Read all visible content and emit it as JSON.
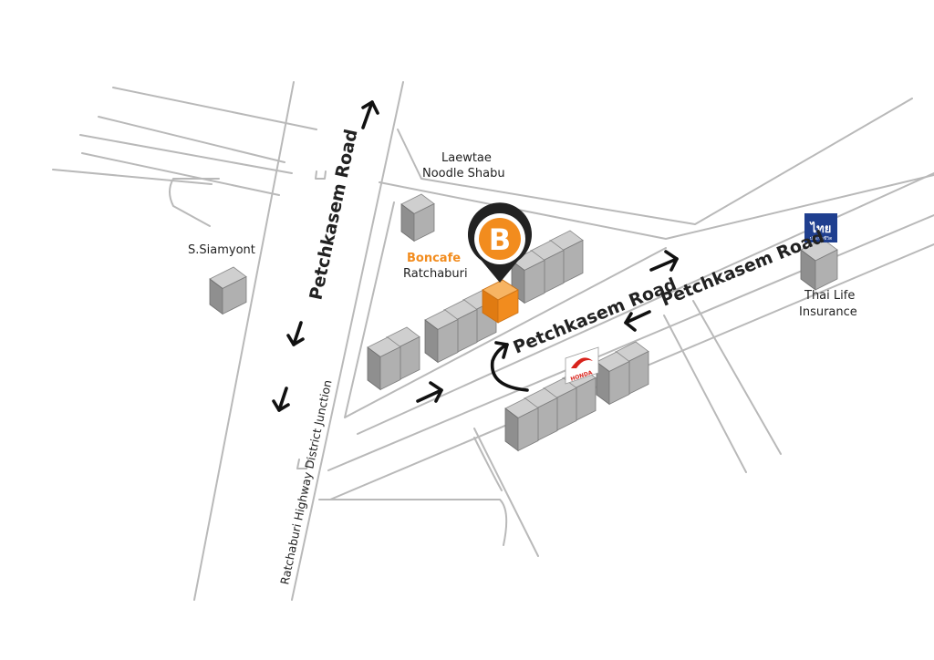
{
  "map": {
    "roads": {
      "main_vertical": "Petchkasem Road",
      "main_diagonal_lower": "Petchkasem Road",
      "main_diagonal_upper": "Petchkasem Road",
      "junction_road": "Ratchaburi Highway District Junction"
    },
    "places": {
      "boncafe_name": "Boncafe",
      "boncafe_city": "Ratchaburi",
      "laewtae_line1": "Laewtae",
      "laewtae_line2": "Noodle Shabu",
      "siamyont": "S.Siamyont",
      "thai_life_line1": "Thai Life",
      "thai_life_line2": "Insurance"
    },
    "logos": {
      "boncafe_letter": "B",
      "thai_life_logo_text": "ไทย",
      "thai_life_logo_sub": "ประกันชีวิต",
      "honda_text": "HONDA"
    },
    "colors": {
      "brand_orange": "#f28c1e",
      "thai_life_blue": "#1f3f8f",
      "honda_red": "#d8231c",
      "road_line": "#b9b9b9",
      "building_gray": "#a5a5a5"
    }
  }
}
